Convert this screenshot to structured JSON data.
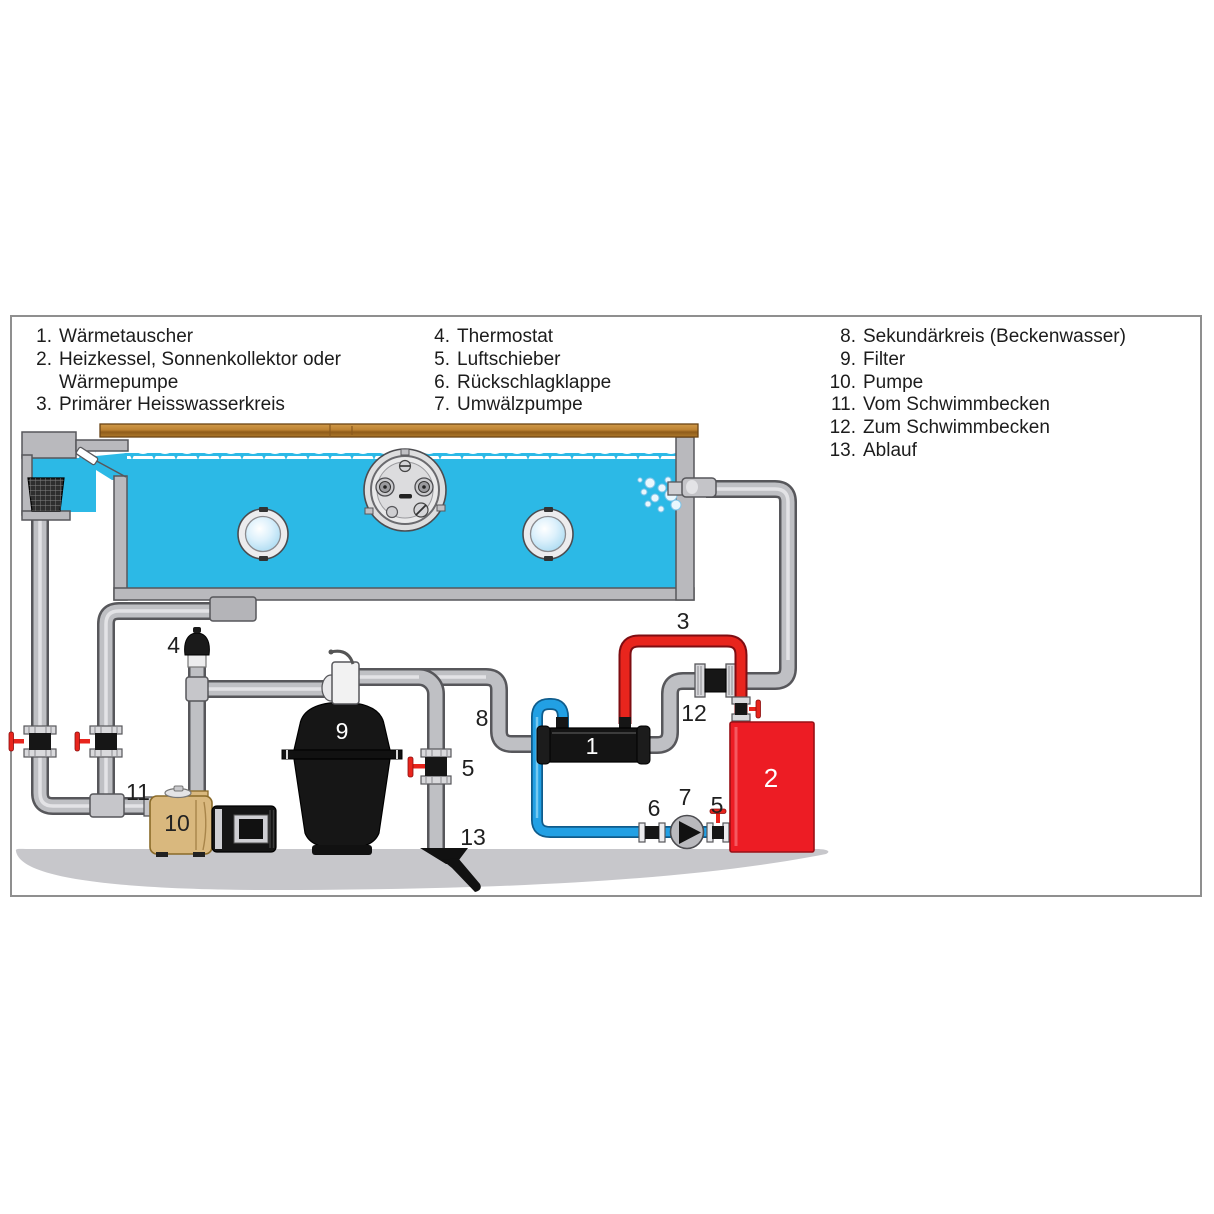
{
  "legend": {
    "col1": [
      {
        "num": "1.",
        "text": "Wärmetauscher"
      },
      {
        "num": "2.",
        "text": "Heizkessel, Sonnenkollektor oder"
      },
      {
        "num": "",
        "text": "Wärmepumpe"
      },
      {
        "num": "3.",
        "text": "Primärer Heisswasserkreis"
      }
    ],
    "col2": [
      {
        "num": "4.",
        "text": "Thermostat"
      },
      {
        "num": "5.",
        "text": "Luftschieber"
      },
      {
        "num": "6.",
        "text": "Rückschlagklappe"
      },
      {
        "num": "7.",
        "text": "Umwälzpumpe"
      }
    ],
    "col3": [
      {
        "num": "8.",
        "text": "Sekundärkreis (Beckenwasser)"
      },
      {
        "num": "9.",
        "text": "Filter"
      },
      {
        "num": "10.",
        "text": "Pumpe"
      },
      {
        "num": "11.",
        "text": "Vom Schwimmbecken"
      },
      {
        "num": "12.",
        "text": "Zum Schwimmbecken"
      },
      {
        "num": "13.",
        "text": "Ablauf"
      }
    ]
  },
  "diagram": {
    "labels": {
      "heat_exchanger": "1",
      "boiler": "2",
      "primary_circuit": "3",
      "thermostat": "4",
      "air_valve_waste": "5",
      "air_valve_boiler": "5",
      "check_valve": "6",
      "circulation_pump": "7",
      "secondary_circuit": "8",
      "filter": "9",
      "pump": "10",
      "from_pool": "11",
      "to_pool": "12",
      "drain": "13"
    },
    "colors": {
      "pool_water": "#2cb9e6",
      "pipe_gray": "#bfc0c4",
      "pipe_outline": "#57575b",
      "hot_pipe_red": "#e8251d",
      "cold_pipe_blue": "#22a0e4",
      "boiler_red": "#ed1c24",
      "pump_tan": "#d9b87e",
      "deck_brown": "#bd8232",
      "ground_shadow": "#c7c7cb"
    }
  }
}
